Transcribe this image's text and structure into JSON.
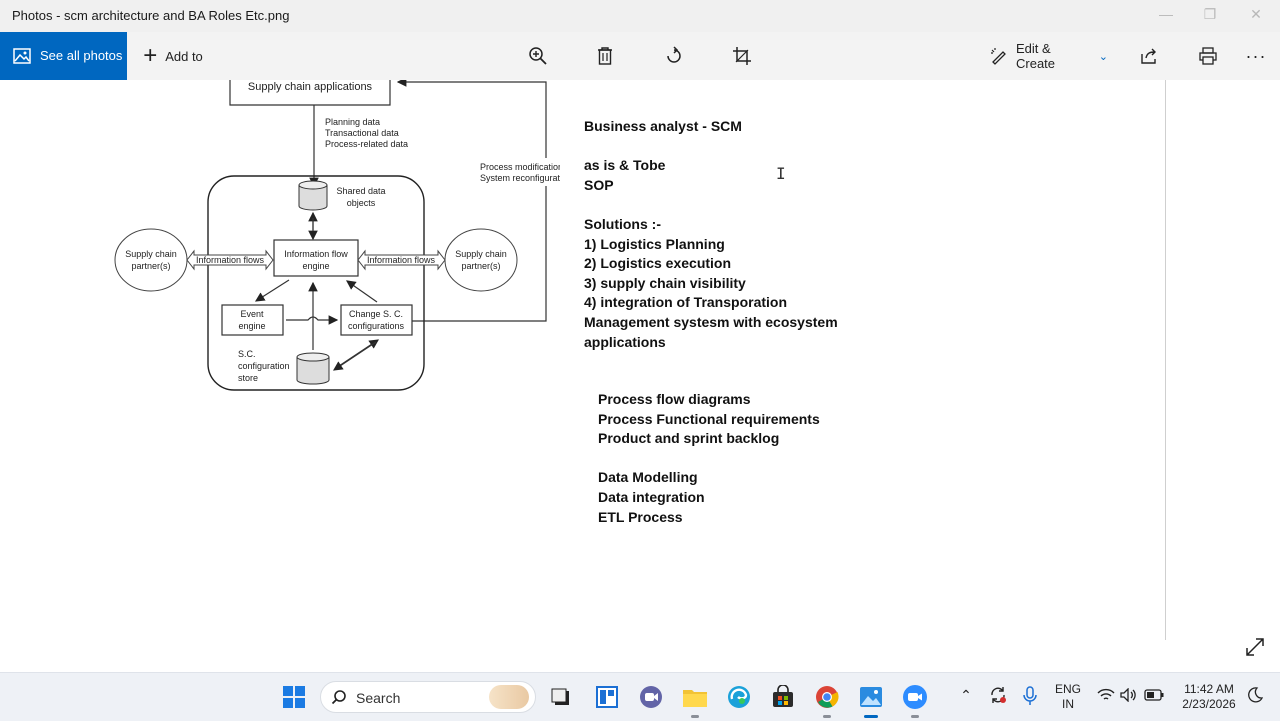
{
  "window": {
    "title": "Photos - scm architecture and BA Roles Etc.png"
  },
  "toolbar": {
    "see_all_photos": "See all photos",
    "add_to": "Add to",
    "edit_create": "Edit & Create",
    "icons": [
      "zoom-in-icon",
      "delete-icon",
      "rotate-icon",
      "crop-icon",
      "share-icon",
      "print-icon",
      "more-icon"
    ]
  },
  "diagram": {
    "supply_chain_applications": "Supply chain applications",
    "data_flow": [
      "Planning data",
      "Transactional data",
      "Process-related data"
    ],
    "process_mod": [
      "Process modifications,",
      "System reconfiguration"
    ],
    "shared_data": [
      "Shared data",
      "objects"
    ],
    "partner_left": [
      "Supply chain",
      "partner(s)"
    ],
    "partner_right": [
      "Supply chain",
      "partner(s)"
    ],
    "info_flows_left": "Information flows",
    "info_flows_right": "Information flows",
    "info_engine": [
      "Information flow",
      "engine"
    ],
    "event_engine": [
      "Event",
      "engine"
    ],
    "change_sc": [
      "Change S. C.",
      "configurations"
    ],
    "sc_store": [
      "S.C.",
      "configuration",
      "store"
    ]
  },
  "notes": {
    "heading": "Business analyst - SCM",
    "asis": "as is & Tobe",
    "sop": "SOP",
    "solutions": "Solutions :-",
    "sol1": "1) Logistics Planning",
    "sol2": "2) Logistics execution",
    "sol3": "3) supply chain visibility",
    "sol4": "4) integration of Transporation",
    "sol5": "Management systesm with ecosystem",
    "sol6": "applications",
    "p1": "Process flow diagrams",
    "p2": "Process Functional requirements",
    "p3": "Product and sprint backlog",
    "d1": "Data Modelling",
    "d2": "Data integration",
    "d3": "ETL Process"
  },
  "taskbar": {
    "search_label": "Search",
    "lang": [
      "ENG",
      "IN"
    ],
    "time": "11:42 AM",
    "date": "2/23/2026"
  },
  "colors": {
    "accent": "#0067c0",
    "toolbar_bg": "#f3f3f3",
    "titlebar_bg": "#f0f0f0",
    "taskbar_bg": "#eef1f6"
  }
}
